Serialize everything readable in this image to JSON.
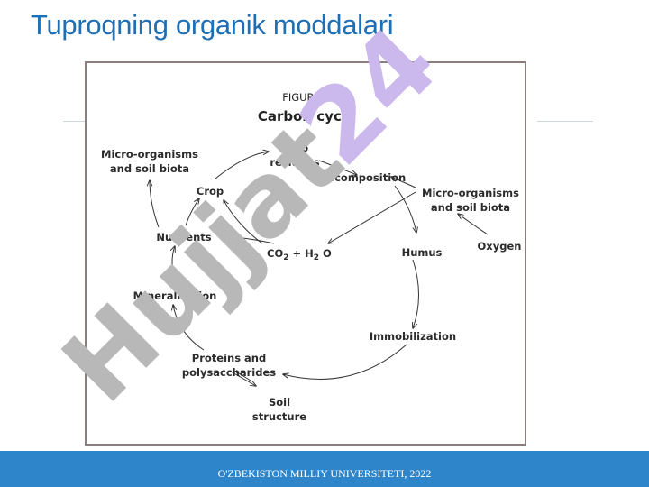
{
  "slide": {
    "title": "Tuproqning organik moddalari",
    "footer": "O'ZBEKISTON MILLIY UNIVERSITETI,   2022"
  },
  "figure": {
    "label": "FIGURE 2",
    "title": "Carbon cycle",
    "nodes": {
      "microorganisms_left": [
        "Micro-organisms",
        "and soil biota"
      ],
      "crop_residues": [
        "Crop",
        "residues"
      ],
      "crop": "Crop",
      "decomposition": "Decomposition",
      "microorganisms_right": [
        "Micro-organisms",
        "and soil biota"
      ],
      "nutrients": "Nutrients",
      "co2": "CO",
      "co2_sub": "2",
      "plus_h2": " + H",
      "h2_sub": "2",
      "oxygen_o": " O",
      "humus": "Humus",
      "oxygen": "Oxygen",
      "mineralization": "Mineralization",
      "immobilization": "Immobilization",
      "proteins": [
        "Proteins and",
        "polysaccharides"
      ],
      "soil_structure": [
        "Soil",
        "structure"
      ]
    }
  },
  "watermark": {
    "text": "Hujjat",
    "number": "24",
    "colors": {
      "gray": "#b8b8b8",
      "purple": "#cbb8ec"
    }
  },
  "colors": {
    "title": "#1f6fb5",
    "footer_bg": "#2f85c9"
  }
}
